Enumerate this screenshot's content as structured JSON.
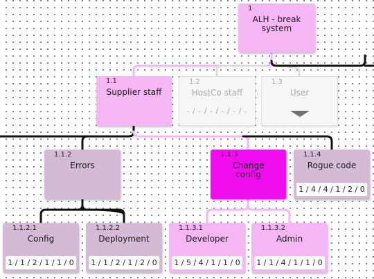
{
  "nodes": {
    "root": {
      "id": "1",
      "label": "ALH - break system"
    },
    "n1_1": {
      "id": "1.1",
      "label": "Supplier staff"
    },
    "n1_2": {
      "id": "1.2",
      "label": "HostCo staff",
      "stats": "- / - / - / - / - / -"
    },
    "n1_3": {
      "id": "1.3",
      "label": "User"
    },
    "n1_1_2": {
      "id": "1.1.2",
      "label": "Errors"
    },
    "n1_1_3": {
      "id": "1.1.3",
      "label": "Change config"
    },
    "n1_1_4": {
      "id": "1.1.4",
      "label": "Rogue code",
      "stats": "1 / 4 / 4 / 1 / 2 / 0"
    },
    "n1_1_2_1": {
      "id": "1.1.2.1",
      "label": "Config",
      "stats": "1 / 1 / 2 / 1 / 1 / 0"
    },
    "n1_1_2_2": {
      "id": "1.1.2.2",
      "label": "Deployment",
      "stats": "1 / 1 / 2 / 1 / 2 / 0"
    },
    "n1_1_3_1": {
      "id": "1.1.3.1",
      "label": "Developer",
      "stats": "1 / 5 / 4 / 1 / 1 / 0"
    },
    "n1_1_3_2": {
      "id": "1.1.3.2",
      "label": "Admin",
      "stats": "1 / 1 / 4 / 1 / 1 / 0"
    }
  },
  "colors": {
    "light_pink": "#f4b6f4",
    "mauve": "#d5bad5",
    "magenta": "#ef0cef",
    "ghost": "#f6f6f6",
    "connector_dark": "#111111",
    "connector_pink": "#f4b6f4",
    "connector_grey": "#dcdcdc"
  },
  "icons": {
    "expand": "chevron-down-icon"
  }
}
